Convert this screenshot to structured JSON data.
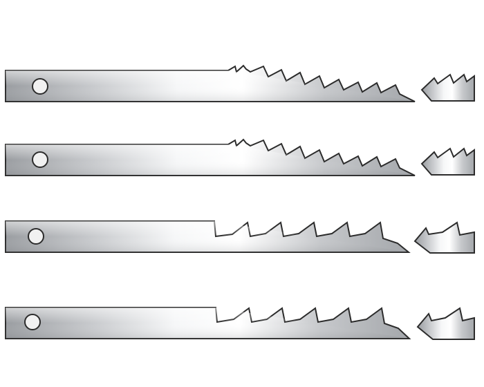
{
  "blades": [
    {
      "tooth_style": "fine-hooked"
    },
    {
      "tooth_style": "fine-hooked"
    },
    {
      "tooth_style": "coarse-skip"
    },
    {
      "tooth_style": "coarse-skip"
    }
  ],
  "colors": {
    "outline": "#2b2b2b",
    "steel_dark": "#8e9196",
    "steel_light": "#f4f5f6",
    "hole_fill": "#f1f1f1",
    "background": "#ffffff"
  }
}
